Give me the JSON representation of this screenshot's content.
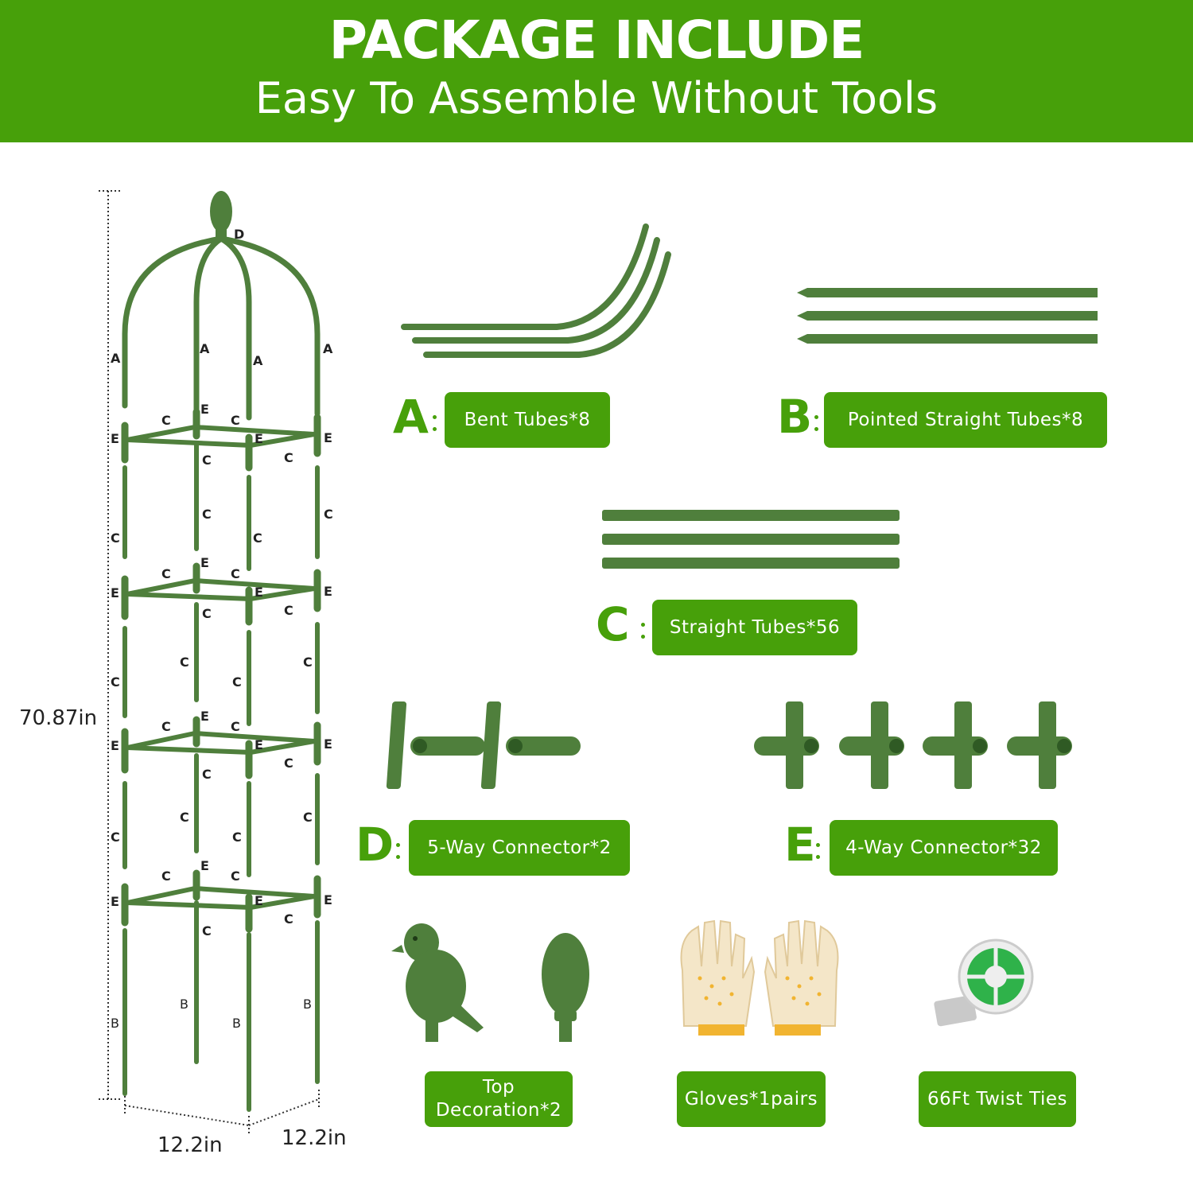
{
  "header": {
    "title": "PACKAGE INCLUDE",
    "subtitle": "Easy To Assemble Without Tools"
  },
  "colors": {
    "accent": "#47a00a",
    "tube_green": "#4f7f3c",
    "text_dark": "#222222"
  },
  "parts": [
    {
      "letter": "A",
      "label": "Bent Tubes*8",
      "icon": "bent-tube-icon"
    },
    {
      "letter": "B",
      "label": "Pointed Straight Tubes*8",
      "icon": "pointed-tube-icon"
    },
    {
      "letter": "C",
      "label": "Straight Tubes*56",
      "icon": "straight-tube-icon"
    },
    {
      "letter": "D",
      "label": "5-Way Connector*2",
      "icon": "five-way-connector-icon"
    },
    {
      "letter": "E",
      "label": "4-Way Connector*32",
      "icon": "four-way-connector-icon"
    }
  ],
  "extras": [
    {
      "label_line1": "Top",
      "label_line2": "Decoration*2",
      "icon": "bird-finial-icon"
    },
    {
      "label": "Gloves*1pairs",
      "icon": "gloves-icon"
    },
    {
      "label": "66Ft Twist Ties",
      "icon": "twist-tie-reel-icon"
    }
  ],
  "dimensions": {
    "height": "70.87in",
    "width1": "12.2in",
    "width2": "12.2in"
  },
  "diagram_labels": {
    "A": "A",
    "B": "B",
    "C": "C",
    "D": "D",
    "E": "E"
  }
}
